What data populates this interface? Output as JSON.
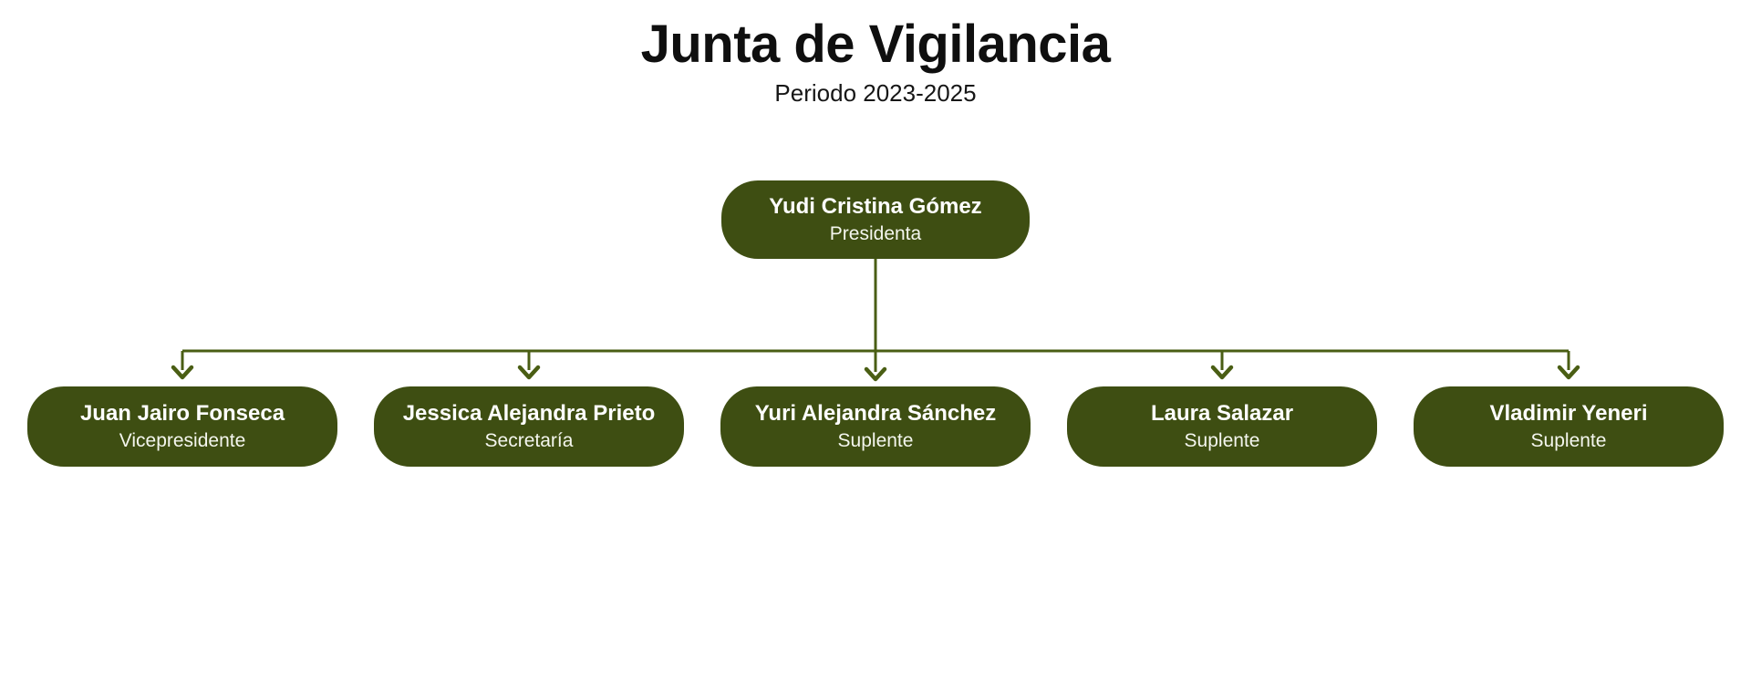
{
  "page": {
    "title": "Junta de Vigilancia",
    "subtitle": "Periodo 2023-2025"
  },
  "colors": {
    "background": "#FFFFFF",
    "node_fill": "#3E4E12",
    "connector": "#4A5E14",
    "title_text": "#0F0F0F",
    "node_name_text": "#FFFFFF",
    "node_role_text": "#F4F6EE"
  },
  "org": {
    "root": {
      "name": "Yudi Cristina Gómez",
      "role": "Presidenta"
    },
    "children": [
      {
        "name": "Juan Jairo Fonseca",
        "role": "Vicepresidente"
      },
      {
        "name": "Jessica Alejandra Prieto",
        "role": "Secretaría"
      },
      {
        "name": "Yuri Alejandra Sánchez",
        "role": "Suplente"
      },
      {
        "name": "Laura Salazar",
        "role": "Suplente"
      },
      {
        "name": "Vladimir Yeneri",
        "role": "Suplente"
      }
    ]
  }
}
